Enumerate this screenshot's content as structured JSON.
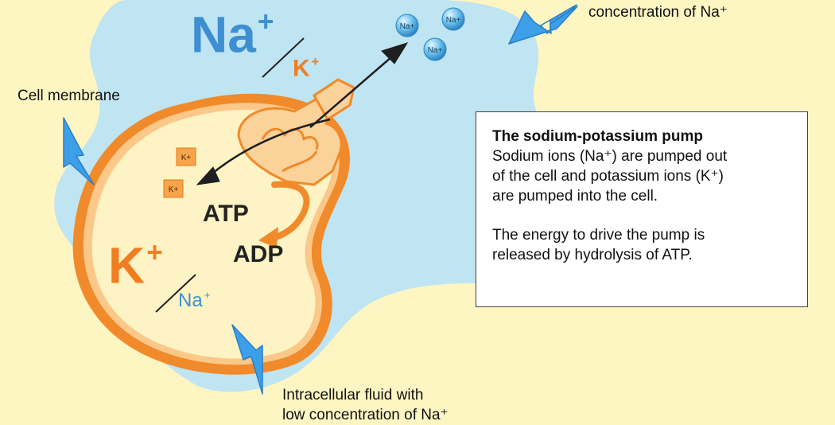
{
  "texts": {
    "top_right_label": "concentration of Na⁺",
    "cell_membrane_label": "Cell membrane",
    "intracellular_line1": "Intracellular fluid with",
    "intracellular_line2": "low concentration of Na⁺",
    "atp": "ATP",
    "adp": "ADP"
  },
  "ions": {
    "outside_big": "Na",
    "outside_big_sup": "+",
    "outside_small": "K",
    "outside_small_sup": "+",
    "inside_big": "K",
    "inside_big_sup": "+",
    "inside_small": "Na",
    "inside_small_sup": "+",
    "bead_na": "Na+",
    "square_k": "K+"
  },
  "info_box": {
    "title": "The sodium-potassium pump",
    "para1_lines": [
      "Sodium ions (Na⁺) are pumped out",
      "of the cell and potassium ions (K⁺)",
      "are pumped into the cell."
    ],
    "para2_lines": [
      "The energy to drive the pump is",
      "released by hydrolysis of ATP."
    ]
  },
  "colors": {
    "background": "#fdf5c2",
    "extracellular": "#bfe4f2",
    "membrane": "#f08a2a",
    "cytoplasm": "#fdf3c4",
    "sodium_blue": "#3d8fd1",
    "potassium_orange": "#f07d22",
    "pointer_arrow": "#3d9fe8",
    "transport_arrow": "#1f1f1f"
  },
  "icons": [
    "pointer-arrow-icon",
    "transport-arrow-icon",
    "pump-protein-icon"
  ]
}
